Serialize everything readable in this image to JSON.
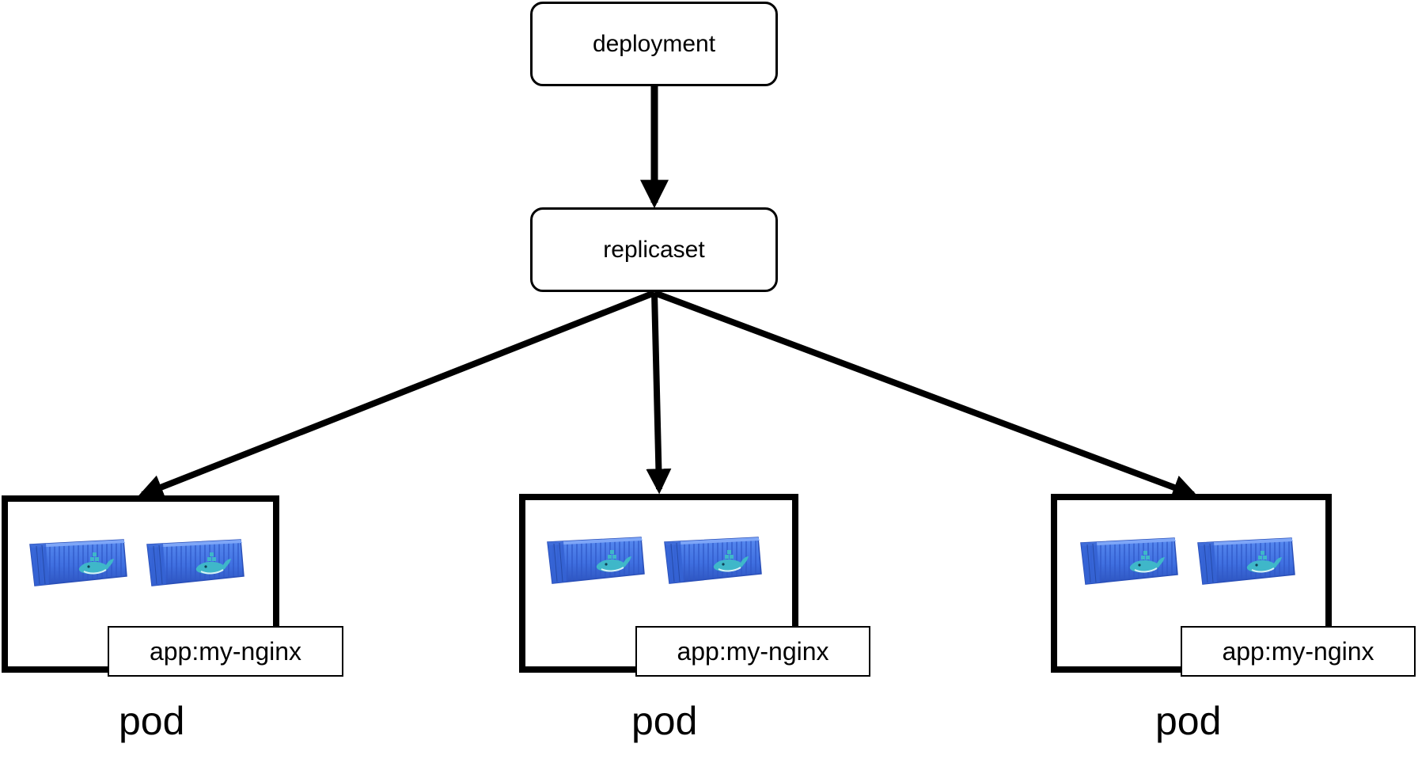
{
  "diagram": {
    "nodes": {
      "deployment": {
        "label": "deployment"
      },
      "replicaset": {
        "label": "replicaset"
      }
    },
    "edges": [
      {
        "from": "deployment",
        "to": "replicaset"
      },
      {
        "from": "replicaset",
        "to": "pod-1"
      },
      {
        "from": "replicaset",
        "to": "pod-2"
      },
      {
        "from": "replicaset",
        "to": "pod-3"
      }
    ],
    "pods": [
      {
        "id": "pod-1",
        "label_tag": "app:my-nginx",
        "caption": "pod",
        "containers": [
          "docker-container-icon",
          "docker-container-icon"
        ]
      },
      {
        "id": "pod-2",
        "label_tag": "app:my-nginx",
        "caption": "pod",
        "containers": [
          "docker-container-icon",
          "docker-container-icon"
        ]
      },
      {
        "id": "pod-3",
        "label_tag": "app:my-nginx",
        "caption": "pod",
        "containers": [
          "docker-container-icon",
          "docker-container-icon"
        ]
      }
    ],
    "colors": {
      "container_blue": "#3f6fe0",
      "container_dark": "#2a4fb8",
      "whale": "#3fb7c9",
      "line": "#000000"
    }
  }
}
